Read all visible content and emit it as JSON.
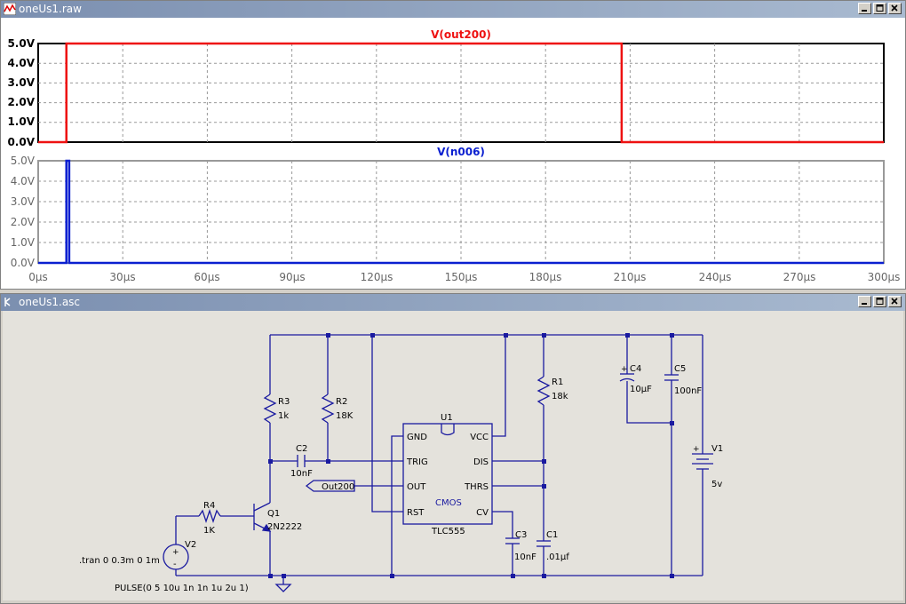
{
  "waveform_window": {
    "title": "oneUs1.raw",
    "panes": [
      {
        "trace": "V(out200)",
        "color": "#ee1111",
        "y_ticks": [
          "5.0V",
          "4.0V",
          "3.0V",
          "2.0V",
          "1.0V",
          "0.0V"
        ]
      },
      {
        "trace": "V(n006)",
        "color": "#0a1fd0",
        "y_ticks": [
          "5.0V",
          "4.0V",
          "3.0V",
          "2.0V",
          "1.0V",
          "0.0V"
        ]
      }
    ],
    "x_ticks": [
      "0µs",
      "30µs",
      "60µs",
      "90µs",
      "120µs",
      "150µs",
      "180µs",
      "210µs",
      "240µs",
      "270µs",
      "300µs"
    ]
  },
  "chart_data": [
    {
      "type": "line",
      "title": "V(out200)",
      "xlim": [
        0,
        300
      ],
      "ylim": [
        0,
        5
      ],
      "series": [
        {
          "name": "V(out200)",
          "x": [
            0,
            10,
            10,
            207,
            207,
            300
          ],
          "y": [
            0,
            0,
            5,
            5,
            0,
            0
          ]
        }
      ]
    },
    {
      "type": "line",
      "title": "V(n006)",
      "xlim": [
        0,
        300
      ],
      "ylim": [
        0,
        5
      ],
      "series": [
        {
          "name": "V(n006)",
          "x": [
            0,
            10,
            10,
            11,
            11,
            300
          ],
          "y": [
            0,
            0,
            5,
            5,
            0,
            0
          ]
        }
      ]
    }
  ],
  "schematic_window": {
    "title": "oneUs1.asc",
    "components": {
      "r3": {
        "ref": "R3",
        "value": "1k"
      },
      "r2": {
        "ref": "R2",
        "value": "18K"
      },
      "r1": {
        "ref": "R1",
        "value": "18k"
      },
      "r4": {
        "ref": "R4",
        "value": "1K"
      },
      "c2": {
        "ref": "C2",
        "value": "10nF"
      },
      "c3": {
        "ref": "C3",
        "value": "10nF"
      },
      "c1": {
        "ref": "C1",
        "value": ".01µf"
      },
      "c4": {
        "ref": "C4",
        "value": "10µF"
      },
      "c5": {
        "ref": "C5",
        "value": "100nF"
      },
      "v1": {
        "ref": "V1",
        "value": "5v"
      },
      "v2": {
        "ref": "V2",
        "value": "PULSE(0 5 10u 1n 1n 1u 2u 1)"
      },
      "q1": {
        "ref": "Q1",
        "value": "2N2222"
      },
      "u1": {
        "ref": "U1",
        "value": "TLC555",
        "type": "CMOS",
        "pins": {
          "gnd": "GND",
          "vcc": "VCC",
          "trig": "TRIG",
          "dis": "DIS",
          "out": "OUT",
          "thrs": "THRS",
          "rst": "RST",
          "cv": "CV"
        }
      }
    },
    "net_label": "Out200",
    "directive": ".tran 0 0.3m 0 1m"
  }
}
